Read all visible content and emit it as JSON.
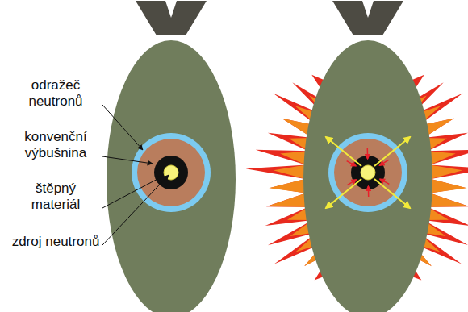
{
  "diagram": {
    "labels": [
      "odražeč neutronů",
      "konvenční výbušnina",
      "štěpný materiál",
      "zdroj neutronů"
    ]
  }
}
